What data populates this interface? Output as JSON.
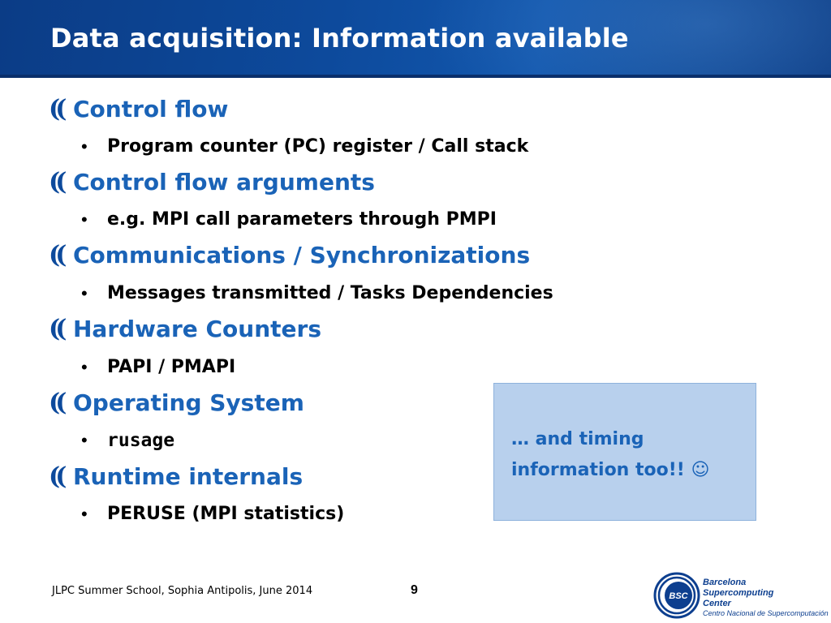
{
  "header": {
    "title": "Data acquisition: Information available"
  },
  "bullets": [
    {
      "heading": "Control flow",
      "sub": "Program counter (PC) register / Call stack"
    },
    {
      "heading": "Control flow arguments",
      "sub": "e.g.  MPI call parameters through PMPI"
    },
    {
      "heading": "Communications / Synchronizations",
      "sub": "Messages transmitted / Tasks Dependencies"
    },
    {
      "heading": "Hardware Counters",
      "sub": "PAPI / PMAPI"
    },
    {
      "heading": "Operating System",
      "sub": "rusage"
    },
    {
      "heading": "Runtime internals",
      "sub": "PERUSE (MPI statistics)"
    }
  ],
  "markers": {
    "level1": "((",
    "level2": "•"
  },
  "callout": {
    "line1": "… and timing",
    "line2": "information too!! ☺"
  },
  "footer": {
    "text": "JLPC Summer School, Sophia Antipolis, June 2014",
    "page_number": "9"
  },
  "logo": {
    "abbr": "BSC",
    "line1": "Barcelona",
    "line2": "Supercomputing",
    "line3": "Center",
    "line4": "Centro Nacional de Supercomputación"
  },
  "colors": {
    "title_bar": "#0d4a9c",
    "heading_text": "#1a63b7",
    "callout_bg": "#b8d0ed"
  }
}
